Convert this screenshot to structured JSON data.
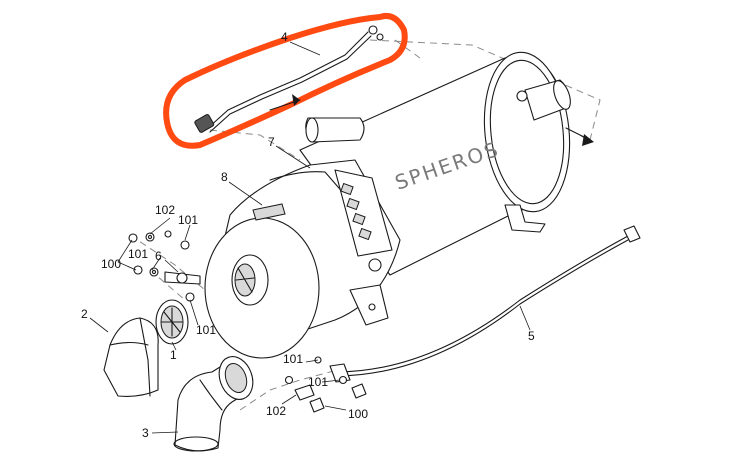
{
  "diagram": {
    "brand_text": "SPHEROS",
    "colors": {
      "highlight": "#ff4a12",
      "line": "#1a1a1a",
      "shade": "#d9d9d9",
      "brand": "#7a7a7a"
    },
    "callouts": {
      "c1": "1",
      "c2": "2",
      "c3": "3",
      "c4": "4",
      "c5": "5",
      "c6": "6",
      "c7": "7",
      "c8": "8",
      "c100a": "100",
      "c100b": "100",
      "c101a": "101",
      "c101b": "101",
      "c101c": "101",
      "c101d": "101",
      "c101e": "101",
      "c102a": "102",
      "c102b": "102"
    }
  }
}
